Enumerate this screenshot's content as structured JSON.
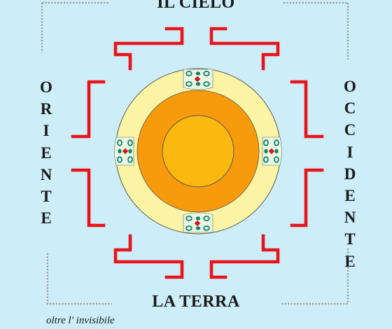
{
  "labels": {
    "top": "IL CIELO",
    "bottom": "LA TERRA",
    "left": "ORIENTE",
    "right": "OCCIDENTE"
  },
  "caption": "oltre l' invisibile",
  "colors": {
    "background": "#cdeef8",
    "frame": "#9a9a9a",
    "meander": "#e8141c",
    "outer_ring": "#fbf4a4",
    "middle_disc": "#f79a0c",
    "inner_disc": "#fbb90f",
    "cartouche": "#e9f7e2",
    "cartouche_dot": "#0e8470",
    "cartouche_diamond": "#d9121c"
  }
}
